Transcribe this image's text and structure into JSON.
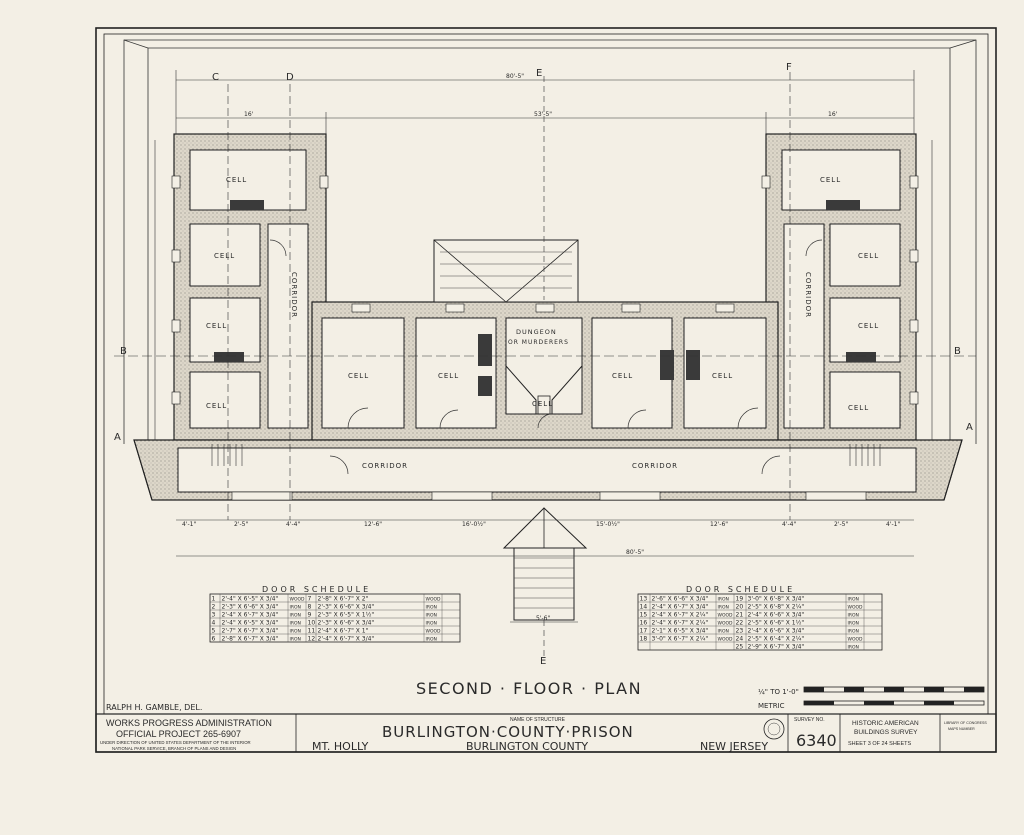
{
  "plan_title": "SECOND · FLOOR · PLAN",
  "delineator": "RALPH H. GAMBLE, DEL.",
  "sections": {
    "c": "C",
    "d": "D",
    "e": "E",
    "f": "F",
    "a": "A",
    "b": "B"
  },
  "dimensions": {
    "overall_top": "80'-5\"",
    "center_width": "53'-5\"",
    "left_wing": "16'",
    "right_wing": "16'",
    "overall_bottom": "80'-5\"",
    "stair_width": "5'-6\"",
    "left_seg_1": "4'-1\"",
    "left_seg_2": "2'-5\"",
    "left_seg_3": "4'-4\"",
    "left_seg_4": "12'-6\"",
    "center_seg": "16'-0½\"",
    "right_seg_1": "15'-0½\"",
    "right_seg_2": "12'-6\"",
    "right_seg_3": "4'-4\"",
    "right_seg_4": "2'-5\"",
    "right_seg_5": "4'-1\""
  },
  "rooms": {
    "cell": "CELL",
    "corridor": "CORRIDOR",
    "corridor_v": "CORRIDOR",
    "dungeon_1": "DUNGEON",
    "dungeon_2": "OR MURDERERS"
  },
  "door_schedule_left": {
    "title": "DOOR SCHEDULE",
    "rows": [
      [
        "1",
        "2'-4\" X 6'-5\" X 3/4\"",
        "WOOD",
        "7",
        "2'-8\" X 6'-7\" X 2\"",
        "WOOD"
      ],
      [
        "2",
        "2'-3\" X 6'-6\" X 3/4\"",
        "IRON",
        "8",
        "2'-3\" X 6'-6\" X 3/4\"",
        "IRON"
      ],
      [
        "3",
        "2'-4\" X 6'-7\" X 3/4\"",
        "IRON",
        "9",
        "2'-3\" X 6'-5\" X 1½\"",
        "IRON"
      ],
      [
        "4",
        "2'-4\" X 6'-5\" X 3/4\"",
        "IRON",
        "10",
        "2'-3\" X 6'-6\" X 3/4\"",
        "IRON"
      ],
      [
        "5",
        "2'-7\" X 6'-7\" X 3/4\"",
        "IRON",
        "11",
        "2'-4\" X 6'-7\" X 1\"",
        "WOOD"
      ],
      [
        "6",
        "2'-8\" X 6'-7\" X 3/4\"",
        "IRON",
        "12",
        "2'-4\" X 6'-7\" X 3/4\"",
        "IRON"
      ]
    ]
  },
  "door_schedule_right": {
    "title": "DOOR SCHEDULE",
    "rows": [
      [
        "13",
        "2'-6\" X 6'-6\" X 3/4\"",
        "IRON",
        "19",
        "3'-0\" X 6'-8\" X 3/4\"",
        "IRON"
      ],
      [
        "14",
        "2'-4\" X 6'-7\" X 3/4\"",
        "IRON",
        "20",
        "2'-5\" X 6'-8\" X 2¼\"",
        "WOOD"
      ],
      [
        "15",
        "2'-4\" X 6'-7\" X 2¼\"",
        "WOOD",
        "21",
        "2'-4\" X 6'-6\" X 3/4\"",
        "IRON"
      ],
      [
        "16",
        "2'-4\" X 6'-7\" X 2¼\"",
        "WOOD",
        "22",
        "2'-5\" X 6'-6\" X 1½\"",
        "IRON"
      ],
      [
        "17",
        "2'-1\" X 6'-5\" X 3/4\"",
        "IRON",
        "23",
        "2'-4\" X 6'-6\" X 3/4\"",
        "IRON"
      ],
      [
        "18",
        "3'-0\" X 6'-7\" X 2¼\"",
        "WOOD",
        "24",
        "2'-5\" X 6'-4\" X 2¼\"",
        "WOOD"
      ],
      [
        "",
        "",
        "",
        "25",
        "2'-9\" X 6'-7\" X 3/4\"",
        "IRON"
      ]
    ]
  },
  "scale": {
    "label": "¼\" TO 1'-0\"",
    "metric": "METRIC"
  },
  "title_block": {
    "agency": "WORKS PROGRESS ADMINISTRATION",
    "project": "OFFICIAL PROJECT 265-6907",
    "under_1": "UNDER DIRECTION OF UNITED STATES DEPARTMENT OF THE INTERIOR",
    "under_2": "NATIONAL PARK SERVICE, BRANCH OF PLANS AND DESIGN",
    "name_label": "NAME OF STRUCTURE",
    "structure": "BURLINGTON·COUNTY·PRISON",
    "town": "MT. HOLLY",
    "county": "BURLINGTON COUNTY",
    "state": "NEW JERSEY",
    "survey_label": "SURVEY NO.",
    "survey_no": "6340",
    "habs_1": "HISTORIC AMERICAN",
    "habs_2": "BUILDINGS SURVEY",
    "sheet": "SHEET 3 OF 24 SHEETS",
    "library_1": "LIBRARY OF CONGRESS",
    "library_2": "MAPS NUMBER"
  },
  "colors": {
    "ink": "#2a2a2a",
    "paper": "#f3efe5",
    "wall": "#d8d2c4"
  }
}
